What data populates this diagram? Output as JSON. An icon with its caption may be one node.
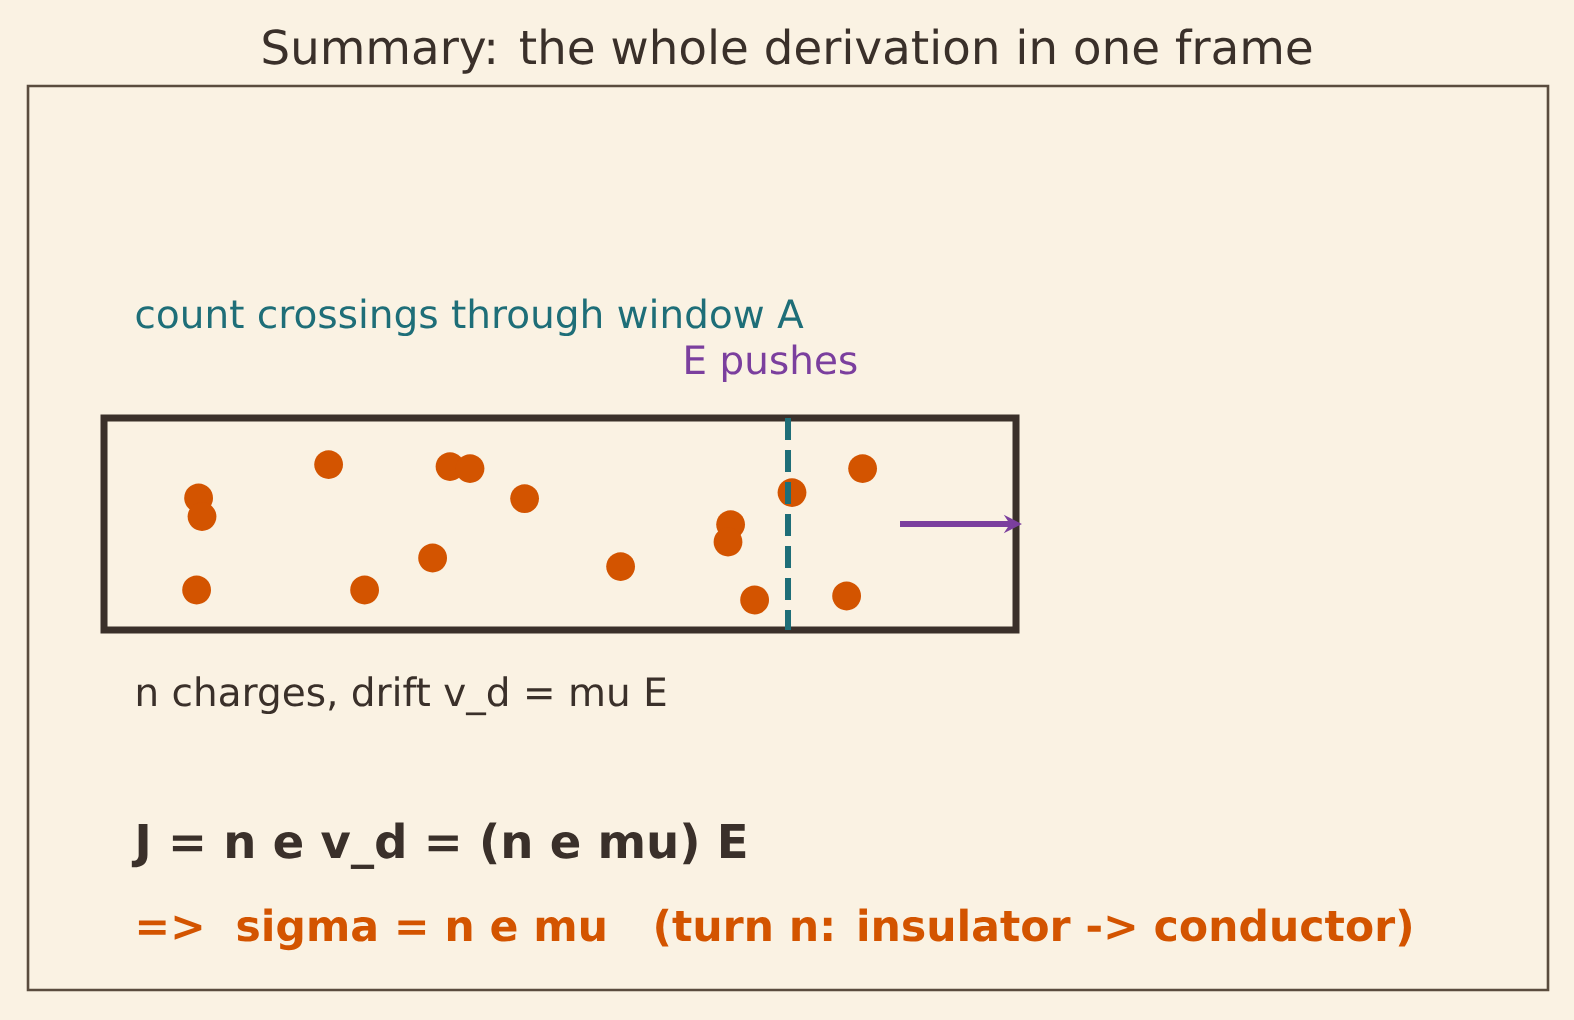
{
  "diagram": {
    "title": "Summary: the whole derivation in one frame",
    "labels": [
      "count crossings through window A",
      "E pushes",
      "n charges, drift v_d = mu E",
      "J = n e v_d = (n e mu) E",
      "=>  sigma = n e mu   (turn n: insulator -> conductor)"
    ]
  }
}
